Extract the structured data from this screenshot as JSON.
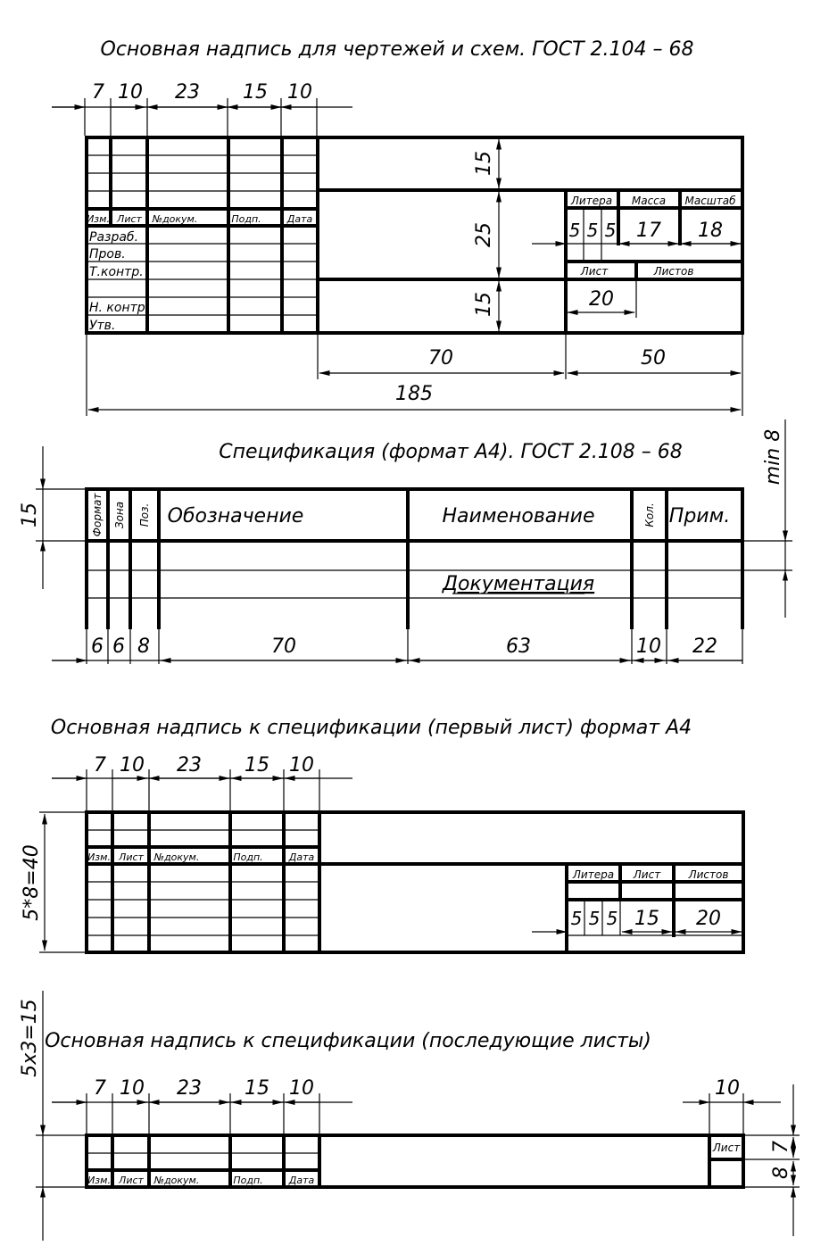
{
  "titles": {
    "t1": "Основная надпись для чертежей и схем. ГОСТ 2.104 – 68",
    "t2": "Спецификация (формат А4). ГОСТ 2.108 – 68",
    "t3": "Основная надпись к спецификации  (первый лист) формат А4",
    "t4": "Основная надпись к спецификации (последующие листы)"
  },
  "stamp_cols": {
    "izm": "Изм.",
    "list": "Лист",
    "ndoc": "№докум.",
    "podp": "Подп.",
    "data": "Дата"
  },
  "stamp_dims": {
    "d7": "7",
    "d10a": "10",
    "d23": "23",
    "d15": "15",
    "d10b": "10"
  },
  "b1": {
    "rows": {
      "razrab": "Разраб.",
      "prov": "Пров.",
      "tkontr": "Т.контр.",
      "nkontr": "Н. контр.",
      "utv": "Утв."
    },
    "right": {
      "litera": "Литера",
      "massa": "Масса",
      "masshtab": "Масштаб",
      "list": "Лист",
      "listov": "Листов"
    },
    "dims": {
      "v15a": "15",
      "v25": "25",
      "v15b": "15",
      "l5a": "5",
      "l5b": "5",
      "l5c": "5",
      "massa": "17",
      "masshtab": "18",
      "list": "20",
      "w70": "70",
      "w50": "50",
      "w185": "185"
    }
  },
  "b2": {
    "headers": {
      "format": "Формат",
      "zona": "Зона",
      "poz": "Поз.",
      "oboz": "Обозначение",
      "naim": "Наименование",
      "kol": "Кол.",
      "prim": "Прим."
    },
    "section": "Документация",
    "dims": {
      "c6a": "6",
      "c6b": "6",
      "c8": "8",
      "c70": "70",
      "c63": "63",
      "c10": "10",
      "c22": "22",
      "h15": "15",
      "min8": "min 8"
    }
  },
  "b3": {
    "right": {
      "litera": "Литера",
      "list": "Лист",
      "listov": "Листов"
    },
    "dims": {
      "h40": "5*8=40",
      "l5a": "5",
      "l5b": "5",
      "l5c": "5",
      "list": "15",
      "listov": "20"
    }
  },
  "b4": {
    "list": "Лист",
    "dims": {
      "h15": "5х3=15",
      "w10": "10",
      "h7": "7",
      "h8": "8"
    }
  }
}
